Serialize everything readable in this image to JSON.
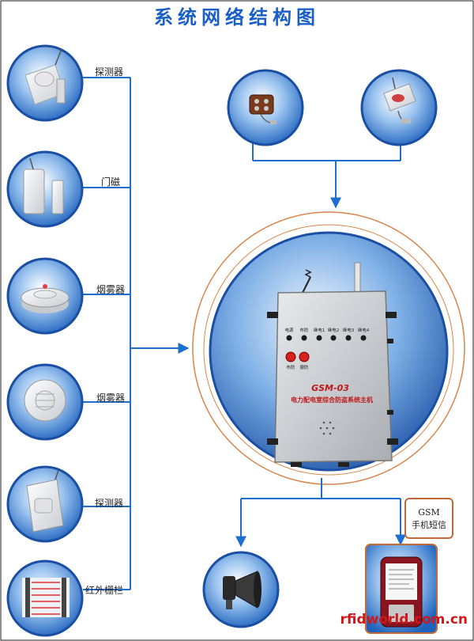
{
  "title": "系统网络结构图",
  "sensors": [
    {
      "label": "探测器",
      "icon": "motion-detector-icon"
    },
    {
      "label": "门磁",
      "icon": "door-magnet-icon"
    },
    {
      "label": "烟雾器",
      "icon": "smoke-detector-icon"
    },
    {
      "label": "烟雾器",
      "icon": "smoke-detector-icon"
    },
    {
      "label": "探测器",
      "icon": "motion-detector-icon"
    },
    {
      "label": "红外栅栏",
      "icon": "infrared-fence-icon"
    }
  ],
  "remotes": [
    {
      "icon": "remote-control-icon"
    },
    {
      "icon": "wireless-remote-icon"
    }
  ],
  "host": {
    "indicators": [
      "电源",
      "布防",
      "继电1",
      "继电2",
      "继电3",
      "继电4"
    ],
    "buttons": [
      "布防",
      "撤防"
    ],
    "model": "GSM-03",
    "name": "电力配电室综合防盗系统主机"
  },
  "gsm_box": {
    "line1": "GSM",
    "line2": "手机短信"
  },
  "outputs": [
    {
      "icon": "siren-icon"
    },
    {
      "icon": "mobile-phone-icon"
    }
  ],
  "watermark": "rfidworld.com.cn",
  "colors": {
    "title": "#1a5ec8",
    "connector": "#1f6fd1",
    "circle_ring": "#1a4fa3",
    "orbit": "#d9854a",
    "gsm_box_border": "#c06a3a",
    "watermark": "#d01818"
  }
}
